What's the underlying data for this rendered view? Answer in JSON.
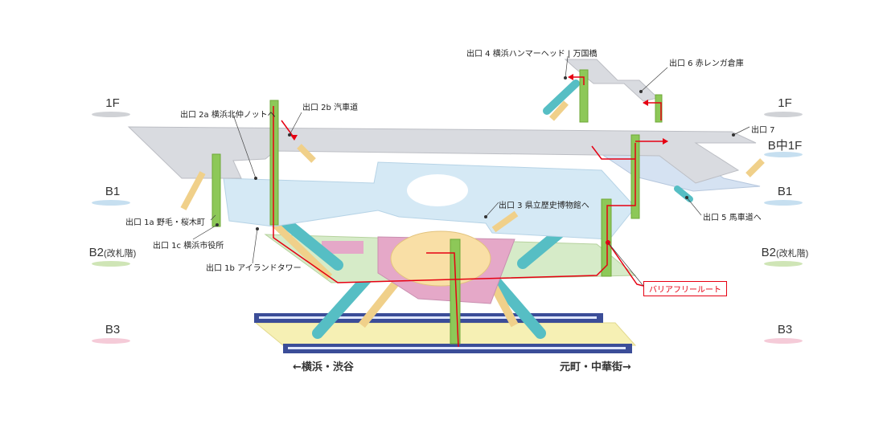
{
  "floors": {
    "f1": "1F",
    "bm1f": "B中1F",
    "b1": "B1",
    "b2": "B2",
    "b2_note": "(改札階)",
    "b3": "B3"
  },
  "exits": {
    "e1a": "出口 1a 野毛・桜木町",
    "e1b": "出口 1b アイランドタワー",
    "e1c": "出口 1c 横浜市役所",
    "e2a": "出口 2a 横浜北仲ノットへ",
    "e2b": "出口 2b 汽車道",
    "e3": "出口 3 県立歴史博物館へ",
    "e4": "出口 4 横浜ハンマーヘッド | 万国橋",
    "e5": "出口 5 馬車道へ",
    "e6": "出口 6 赤レンガ倉庫",
    "e7": "出口 7"
  },
  "barrier_free_route": "バリアフリールート",
  "directions": {
    "left": "←横浜・渋谷",
    "right": "元町・中華街→"
  },
  "colors": {
    "floor_1f": "#d9dbe0",
    "floor_b1": "#d5e9f5",
    "floor_b2": "#d6ebc8",
    "floor_b3": "#f6f0b4",
    "concourse_pink": "#e5a8c8",
    "ticket_yellow": "#f9dfa6",
    "escalator": "#56bec4",
    "elevator": "#8dc858",
    "stairs": "#f0d08a",
    "route_red": "#e60012",
    "train_navy": "#3b4d98",
    "disc_1f": "#d0d2d6",
    "disc_b1": "#c6dff0",
    "disc_b2": "#cfe5b6",
    "disc_b3": "#f5cbd8"
  }
}
